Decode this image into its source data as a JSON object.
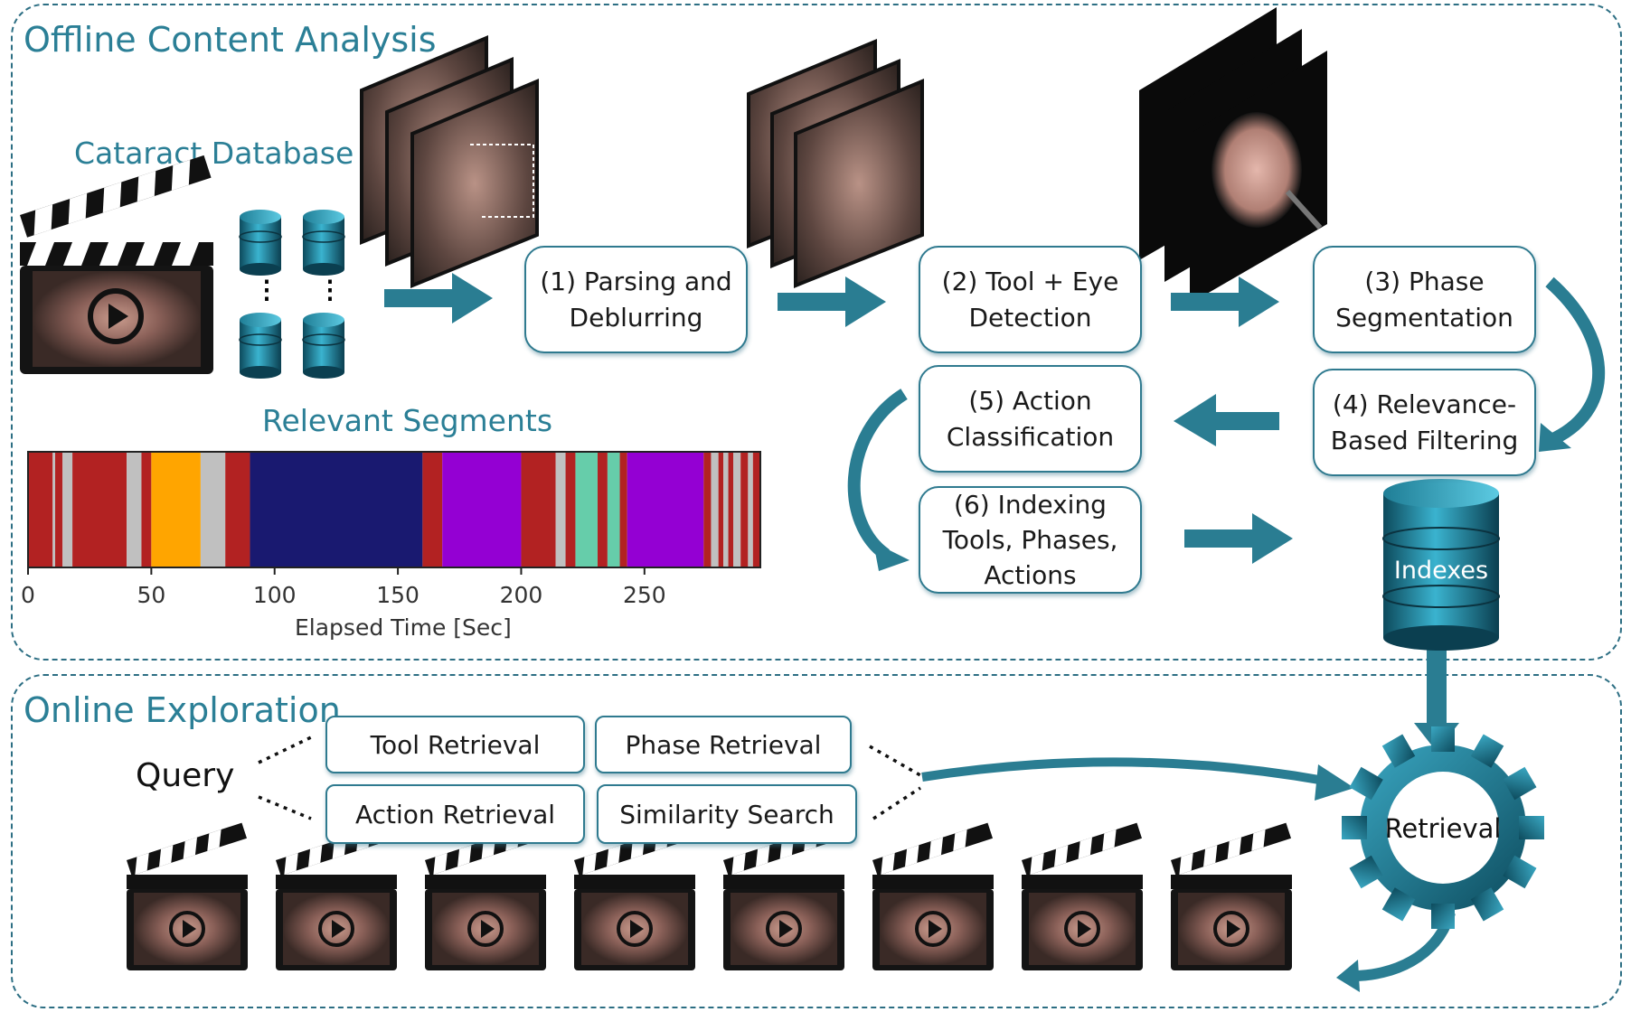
{
  "offline": {
    "title": "Offline Content Analysis",
    "database_label": "Cataract Database",
    "segments_title": "Relevant Segments",
    "steps": {
      "s1": "(1) Parsing and\nDeblurring",
      "s2": "(2) Tool + Eye\nDetection",
      "s3": "(3) Phase\nSegmentation",
      "s4": "(4) Relevance-\nBased Filtering",
      "s5": "(5) Action\nClassification",
      "s6": "(6) Indexing\nTools, Phases,\nActions"
    },
    "indexes_label": "Indexes",
    "ellipsis": "⋮"
  },
  "online": {
    "title": "Online Exploration",
    "query_label": "Query",
    "queries": {
      "tool": "Tool Retrieval",
      "phase": "Phase Retrieval",
      "action": "Action Retrieval",
      "similarity": "Similarity Search"
    },
    "retrieval_label": "Retrieval"
  },
  "colors": {
    "accent": "#2b7f96",
    "arrow": "#2a7d92",
    "seg_red": "#b22222",
    "seg_gray": "#c0c0c0",
    "seg_orange": "#ffa500",
    "seg_navy": "#191970",
    "seg_purple": "#9400d3",
    "seg_teal": "#66cdaa"
  },
  "chart_data": {
    "type": "bar",
    "title": "Relevant Segments",
    "xlabel": "Elapsed Time [Sec]",
    "xlim": [
      0,
      297
    ],
    "xticks": [
      "0",
      "50",
      "100",
      "150",
      "200",
      "250"
    ],
    "tick_values": [
      0,
      50,
      100,
      150,
      200,
      250
    ],
    "segments": [
      {
        "start": 0,
        "end": 10,
        "color": "red"
      },
      {
        "start": 10,
        "end": 11,
        "color": "gray"
      },
      {
        "start": 11,
        "end": 14,
        "color": "red"
      },
      {
        "start": 14,
        "end": 18,
        "color": "gray"
      },
      {
        "start": 18,
        "end": 40,
        "color": "red"
      },
      {
        "start": 40,
        "end": 46,
        "color": "gray"
      },
      {
        "start": 46,
        "end": 50,
        "color": "red"
      },
      {
        "start": 50,
        "end": 70,
        "color": "orange"
      },
      {
        "start": 70,
        "end": 80,
        "color": "gray"
      },
      {
        "start": 80,
        "end": 90,
        "color": "red"
      },
      {
        "start": 90,
        "end": 160,
        "color": "navy"
      },
      {
        "start": 160,
        "end": 168,
        "color": "red"
      },
      {
        "start": 168,
        "end": 200,
        "color": "purple"
      },
      {
        "start": 200,
        "end": 214,
        "color": "red"
      },
      {
        "start": 214,
        "end": 218,
        "color": "gray"
      },
      {
        "start": 218,
        "end": 222,
        "color": "red"
      },
      {
        "start": 222,
        "end": 231,
        "color": "teal"
      },
      {
        "start": 231,
        "end": 235,
        "color": "red"
      },
      {
        "start": 235,
        "end": 240,
        "color": "teal"
      },
      {
        "start": 240,
        "end": 243,
        "color": "red"
      },
      {
        "start": 243,
        "end": 274,
        "color": "purple"
      },
      {
        "start": 274,
        "end": 277,
        "color": "red"
      },
      {
        "start": 277,
        "end": 280,
        "color": "gray"
      },
      {
        "start": 280,
        "end": 282,
        "color": "red"
      },
      {
        "start": 282,
        "end": 284,
        "color": "gray"
      },
      {
        "start": 284,
        "end": 286,
        "color": "red"
      },
      {
        "start": 286,
        "end": 289,
        "color": "gray"
      },
      {
        "start": 289,
        "end": 292,
        "color": "red"
      },
      {
        "start": 292,
        "end": 294,
        "color": "gray"
      },
      {
        "start": 294,
        "end": 297,
        "color": "red"
      }
    ]
  }
}
